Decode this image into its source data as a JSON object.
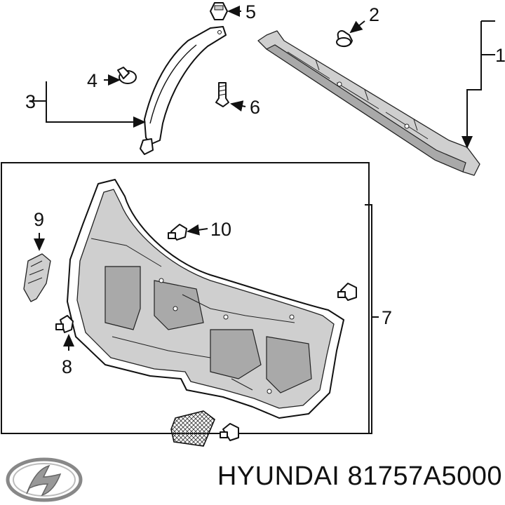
{
  "callouts": {
    "c1": "1",
    "c2": "2",
    "c3": "3",
    "c4": "4",
    "c5": "5",
    "c6": "6",
    "c7": "7",
    "c8": "8",
    "c9": "9",
    "c10": "10"
  },
  "footer": {
    "brand": "HYUNDAI",
    "part_number": "81757A5000",
    "logo_icon": "hyundai-logo-icon"
  },
  "colors": {
    "line": "#111111",
    "trim_fill": "#cfcfcf",
    "background": "#ffffff"
  }
}
